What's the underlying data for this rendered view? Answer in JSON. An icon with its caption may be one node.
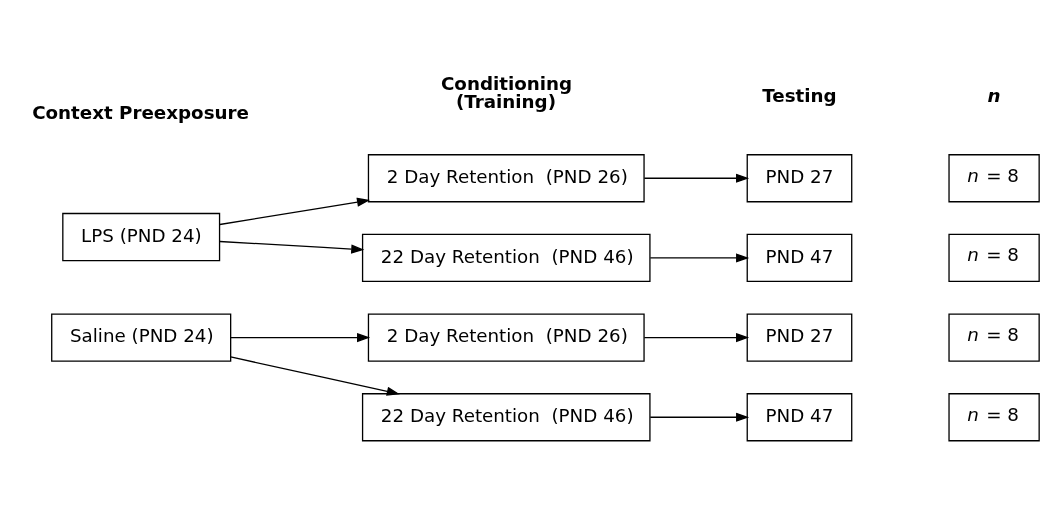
{
  "diagram": {
    "nodes": [
      {
        "text": [
          "LPS (PND 24)"
        ]
      },
      {
        "text": [
          "2 Day Retention  (PND 26)"
        ]
      },
      {
        "text": [
          "22 Day Retention  (PND 46)"
        ]
      },
      {
        "text": [
          "PND 27"
        ]
      },
      {
        "text": [
          "PND 47"
        ]
      },
      {
        "text": [
          "*n* = 8"
        ]
      },
      {
        "text": [
          "*n* = 8"
        ]
      },
      {
        "text": [
          "Saline (PND 24)"
        ]
      },
      {
        "text": [
          "2 Day Retention  (PND 26)"
        ]
      },
      {
        "text": [
          "22 Day Retention  (PND 46)"
        ]
      },
      {
        "text": [
          "PND 27"
        ]
      },
      {
        "text": [
          "PND 47"
        ]
      },
      {
        "text": [
          "*n* = 8"
        ]
      },
      {
        "text": [
          "*n* = 8"
        ]
      }
    ],
    "edges": [
      {
        "from": 0,
        "to": 1,
        "arrow": "to"
      },
      {
        "from": 0,
        "to": 2,
        "arrow": "to"
      },
      {
        "from": 1,
        "to": 3,
        "arrow": "to"
      },
      {
        "from": 2,
        "to": 4,
        "arrow": "to"
      },
      {
        "from": 7,
        "to": 8,
        "arrow": "to"
      },
      {
        "from": 7,
        "to": 9,
        "arrow": "to"
      },
      {
        "from": 8,
        "to": 10,
        "arrow": "to"
      },
      {
        "from": 9,
        "to": 11,
        "arrow": "to"
      }
    ],
    "labels": [
      "Context Preexposure",
      "Conditioning (Training)",
      "Testing",
      "*n*"
    ]
  }
}
